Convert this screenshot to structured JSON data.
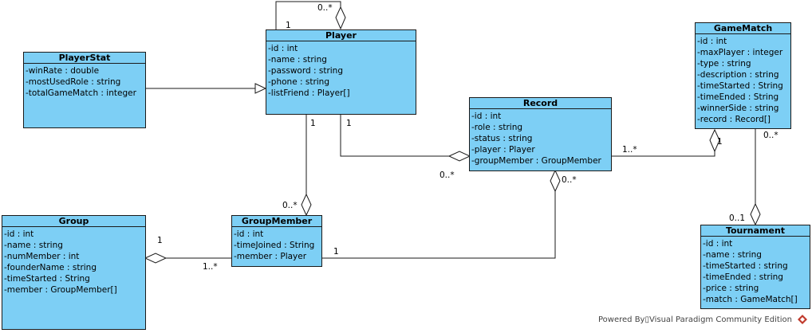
{
  "classes": {
    "player": {
      "name": "Player",
      "attrs": [
        "-id : int",
        "-name : string",
        "-password : string",
        "-phone : string",
        "-listFriend : Player[]"
      ]
    },
    "playerstat": {
      "name": "PlayerStat",
      "attrs": [
        "-winRate : double",
        "-mostUsedRole : string",
        "-totalGameMatch : integer"
      ]
    },
    "gamematch": {
      "name": "GameMatch",
      "attrs": [
        "-id : int",
        "-maxPlayer : integer",
        "-type : string",
        "-description : string",
        "-timeStarted : String",
        "-timeEnded : String",
        "-winnerSide : string",
        "-record : Record[]"
      ]
    },
    "record": {
      "name": "Record",
      "attrs": [
        "-id : int",
        "-role : string",
        "-status : string",
        "-player : Player",
        "-groupMember : GroupMember"
      ]
    },
    "group": {
      "name": "Group",
      "attrs": [
        "-id : int",
        "-name : string",
        "-numMember : int",
        "-founderName : string",
        "-timeStarted : String",
        "-member : GroupMember[]"
      ]
    },
    "groupmember": {
      "name": "GroupMember",
      "attrs": [
        "-id : int",
        "-timeJoined : String",
        "-member : Player"
      ]
    },
    "tournament": {
      "name": "Tournament",
      "attrs": [
        "-id : int",
        "-name : string",
        "-timeStarted : string",
        "-timeEnded : string",
        "-price : string",
        "-match : GameMatch[]"
      ]
    }
  },
  "multiplicities": {
    "player_self_many": "0..*",
    "player_self_one": "1",
    "player_gm_one": "1",
    "gm_player_many": "0..*",
    "player_record_one": "1",
    "record_player_many": "0..*",
    "record_match_many": "1..*",
    "match_record_one": "1",
    "record_gm_many": "0..*",
    "gm_record_one": "1",
    "group_gm_one": "1",
    "gm_group_many": "1..*",
    "match_tour_many": "0..*",
    "tour_match_one": "0..1"
  },
  "footer": {
    "text": "Powered By▯Visual Paradigm Community Edition"
  },
  "colors": {
    "class_fill": "#7dcff5",
    "line": "#1a1a1a"
  },
  "icons": {
    "footer_logo": "visual-paradigm-logo-icon"
  }
}
